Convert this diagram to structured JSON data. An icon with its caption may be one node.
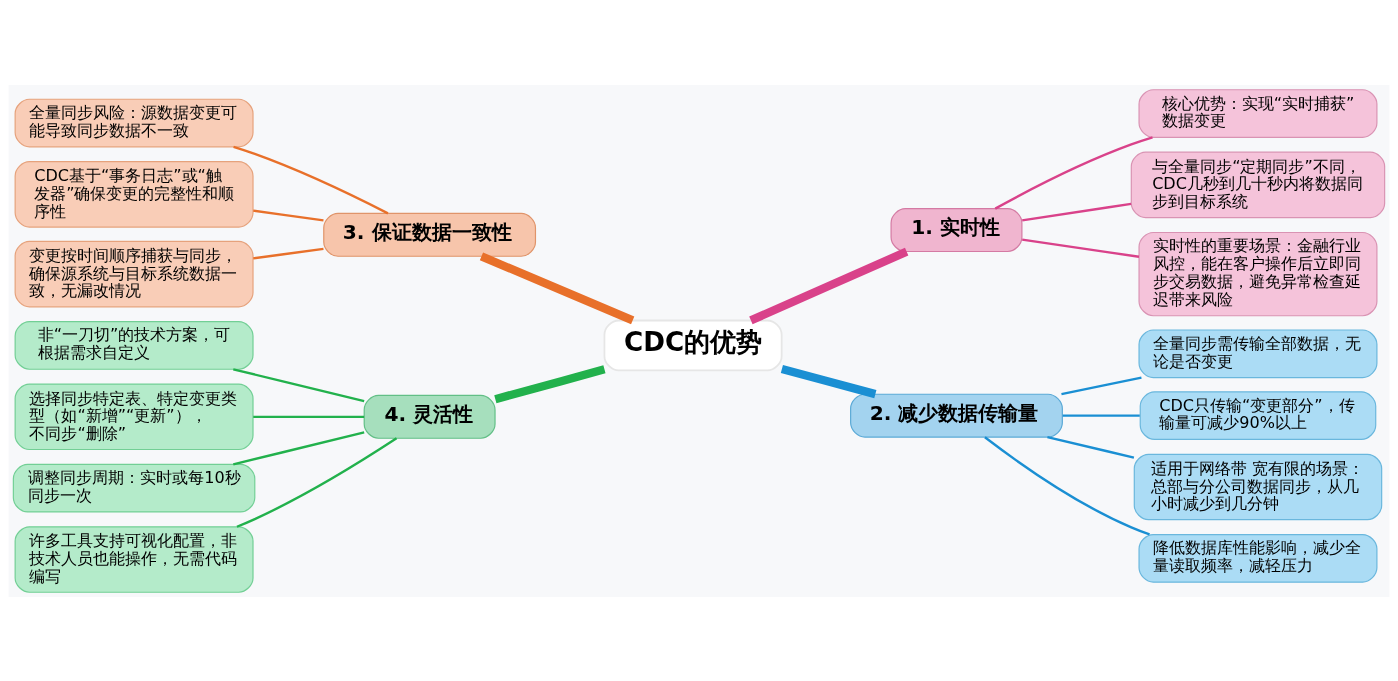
{
  "diagram": {
    "nodes": [
      {
        "text": [
          "CDC的优势"
        ]
      },
      {
        "text": [
          "1. 实时性"
        ]
      },
      {
        "text": [
          "核心优势：实现“实时捕获”数据变更"
        ]
      },
      {
        "text": [
          "与全量同步“定期同步”不同，CDC几秒到几十秒内将数据同步到目标系统"
        ]
      },
      {
        "text": [
          "实时性的重要场景：金融行业风控，能在客户操作后立即同步交易数据，避免异常检查延迟带来风险"
        ]
      },
      {
        "text": [
          "2. 减少数据传输量"
        ]
      },
      {
        "text": [
          "全量同步需传输全部数据，无论是否变更"
        ]
      },
      {
        "text": [
          "CDC只传输“变更部分”，传输量可减少90%以上"
        ]
      },
      {
        "text": [
          "适用于网络带 宽有限的场景：总部与分公司数据同步，从几小时减少到几分钟"
        ]
      },
      {
        "text": [
          "降低数据库性能影响，减少全量读取频率，减轻压力"
        ]
      },
      {
        "text": [
          "3. 保证数据一致性"
        ]
      },
      {
        "text": [
          "全量同步风险：源数据变更可能导致同步数据不一致"
        ]
      },
      {
        "text": [
          "CDC基于“事务日志”或“触发器”确保变更的完整性和顺序性"
        ]
      },
      {
        "text": [
          "变更按时间顺序捕获与同步，确保源系统与目标系统数据一致，无漏改情况"
        ]
      },
      {
        "text": [
          "4. 灵活性"
        ]
      },
      {
        "text": [
          "非“一刀切”的技术方案，可根据需求自定义"
        ]
      },
      {
        "text": [
          "选择同步特定表、特定变更类型（如“新增”“更新”），不同步“删除”"
        ]
      },
      {
        "text": [
          "调整同步周期：实时或每10秒同步一次"
        ]
      },
      {
        "text": [
          "许多工具支持可视化配置，非技术人员也能操作，无需代码编写"
        ]
      }
    ],
    "edges": [
      {
        "from": 0,
        "to": 1,
        "arrow": "none",
        "style": "thick",
        "color": "#d9428a"
      },
      {
        "from": 1,
        "to": 2,
        "arrow": "none",
        "color": "#d9428a"
      },
      {
        "from": 1,
        "to": 3,
        "arrow": "none",
        "color": "#d9428a"
      },
      {
        "from": 1,
        "to": 4,
        "arrow": "none",
        "color": "#d9428a"
      },
      {
        "from": 0,
        "to": 5,
        "arrow": "none",
        "style": "thick",
        "color": "#1a8fd3"
      },
      {
        "from": 5,
        "to": 6,
        "arrow": "none",
        "color": "#1a8fd3"
      },
      {
        "from": 5,
        "to": 7,
        "arrow": "none",
        "color": "#1a8fd3"
      },
      {
        "from": 5,
        "to": 8,
        "arrow": "none",
        "color": "#1a8fd3"
      },
      {
        "from": 5,
        "to": 9,
        "arrow": "none",
        "color": "#1a8fd3"
      },
      {
        "from": 10,
        "to": 0,
        "arrow": "none",
        "style": "thick",
        "color": "#e8702a"
      },
      {
        "from": 11,
        "to": 10,
        "arrow": "none",
        "color": "#e8702a"
      },
      {
        "from": 12,
        "to": 10,
        "arrow": "none",
        "color": "#e8702a"
      },
      {
        "from": 13,
        "to": 10,
        "arrow": "none",
        "color": "#e8702a"
      },
      {
        "from": 14,
        "to": 0,
        "arrow": "none",
        "style": "thick",
        "color": "#22b14c"
      },
      {
        "from": 15,
        "to": 14,
        "arrow": "none",
        "color": "#22b14c"
      },
      {
        "from": 16,
        "to": 14,
        "arrow": "none",
        "color": "#22b14c"
      },
      {
        "from": 17,
        "to": 14,
        "arrow": "none",
        "color": "#22b14c"
      },
      {
        "from": 18,
        "to": 14,
        "arrow": "none",
        "color": "#22b14c"
      }
    ]
  }
}
